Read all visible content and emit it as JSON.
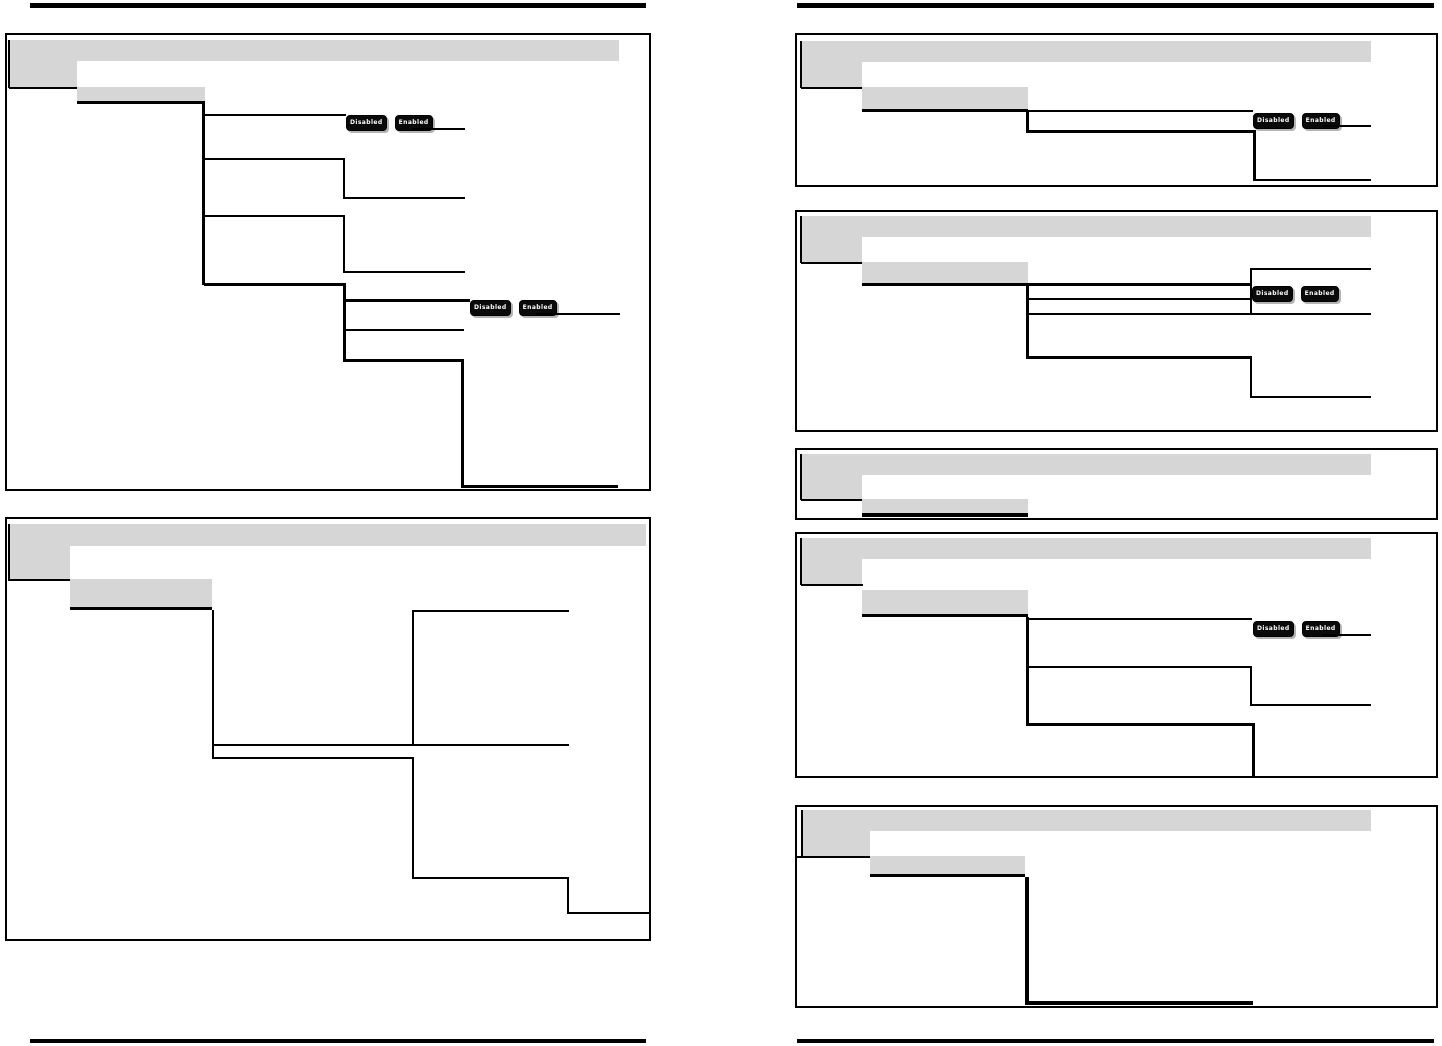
{
  "document": {
    "type": "scanned-manual-page-with-menu-tree-diagrams",
    "panel_count": 7,
    "visible_text_note": "diagram labels are blank/illegible in scan; only option buttons are legible"
  },
  "buttons": {
    "disabled_label": "Disabled",
    "enabled_label": "Enabled"
  },
  "colors": {
    "background": "#ffffff",
    "header_gray": "#d6d6d6",
    "line_black": "#000000",
    "button_background": "#0a0a0a",
    "button_text": "#ffffff",
    "button_shadow": "#b4b4b4"
  }
}
